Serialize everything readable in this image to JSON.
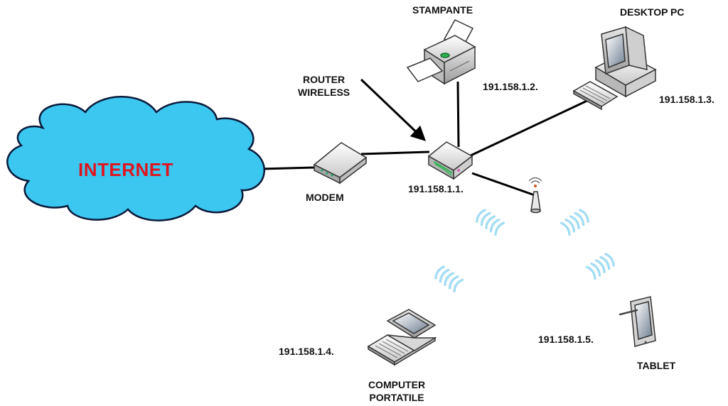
{
  "cloud": {
    "label": "INTERNET",
    "fill": "#3cc7f0",
    "label_color": "#e0141e"
  },
  "devices": {
    "modem": {
      "label": "MODEM"
    },
    "router": {
      "label_line1": "ROUTER",
      "label_line2": "WIRELESS",
      "ip": "191.158.1.1."
    },
    "printer": {
      "label": "STAMPANTE",
      "ip": "191.158.1.2."
    },
    "desktop": {
      "label": "DESKTOP PC",
      "ip": "191.158.1.3."
    },
    "laptop": {
      "label_line1": "COMPUTER",
      "label_line2": "PORTATILE",
      "ip": "191.158.1.4."
    },
    "tablet": {
      "label": "TABLET",
      "ip": "191.158.1.5."
    },
    "access_point": {
      "icon": "wireless-antenna-icon"
    }
  },
  "colors": {
    "wifi_waves": "#9fdcf5",
    "link": "#000000"
  }
}
